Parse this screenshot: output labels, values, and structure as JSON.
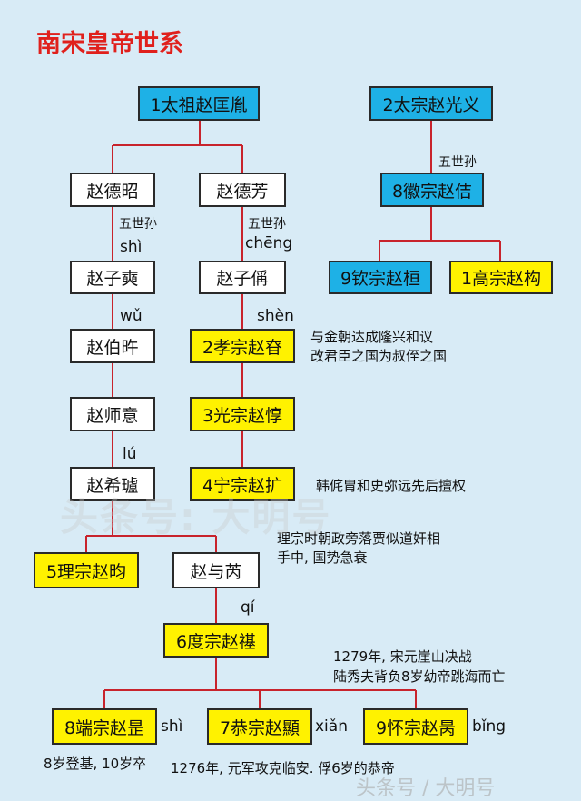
{
  "title": "南宋皇帝世系",
  "nodes": {
    "taizu": "1太祖赵匡胤",
    "taizong": "2太宗赵光义",
    "dezhao": "赵德昭",
    "defang": "赵德芳",
    "huizong": "8徽宗赵佶",
    "zishuang": "赵子奭",
    "zicheng": "赵子偁",
    "qinzong": "9钦宗赵桓",
    "gaozong": "1高宗赵构",
    "bozuo": "赵伯旿",
    "xiaozong": "2孝宗赵昚",
    "shiyi": "赵师意",
    "guangzong": "3光宗赵惇",
    "xilu": "赵希瓐",
    "ningzong": "4宁宗赵扩",
    "lizong": "5理宗赵昀",
    "yurui": "赵与芮",
    "duzong": "6度宗赵禥",
    "duanzong": "8端宗赵昰",
    "gongzong": "7恭宗赵顯",
    "huaizong": "9怀宗赵昺"
  },
  "labels": {
    "wushisun_a": "五世孙",
    "wushisun_b": "五世孙",
    "wushisun_c": "五世孙",
    "pin_shi_1": "shì",
    "pin_cheng": "chēng",
    "pin_wu": "wǔ",
    "pin_shen": "shèn",
    "pin_lu": "lú",
    "pin_qi": "qí",
    "pin_shi_2": "shì",
    "pin_xian": "xiǎn",
    "pin_bing": "bǐng"
  },
  "notes": {
    "xiaozong_1": "与金朝达成隆兴和议",
    "xiaozong_2": "改君臣之国为叔侄之国",
    "ningzong": "韩侂胄和史弥远先后擅权",
    "lizong_1": "理宗时朝政旁落贾似道奸相",
    "lizong_2": "手中, 国势急衰",
    "duzong_1": "1279年, 宋元崖山决战",
    "duzong_2": "陆秀夫背负8岁幼帝跳海而亡",
    "duanzong": "8岁登基, 10岁卒",
    "gongzong": "1276年, 元军攻克临安. 俘6岁的恭帝"
  },
  "watermark": "头条号: 大明号",
  "watermark_corner": "头条号 / 大明号",
  "colors": {
    "connector": "#c8232c",
    "blue_box": "#1eb1e6",
    "yellow_box": "#fff200",
    "title": "#e0201c"
  }
}
